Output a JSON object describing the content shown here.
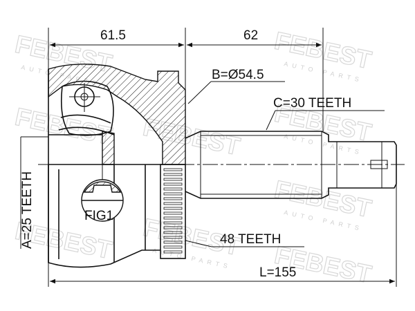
{
  "watermark": {
    "brand": "FEBEST",
    "tagline": "AUTO PARTS"
  },
  "dimensions": {
    "outer_length": "61.5",
    "inner_length": "62",
    "total_length": "L=155"
  },
  "labels": {
    "abs_diameter": "B=Ø54.5",
    "spline_teeth": "C=30 TEETH",
    "abs_teeth": "48 TEETH",
    "inner_teeth": "A=25 TEETH",
    "figure": "FIG1"
  }
}
